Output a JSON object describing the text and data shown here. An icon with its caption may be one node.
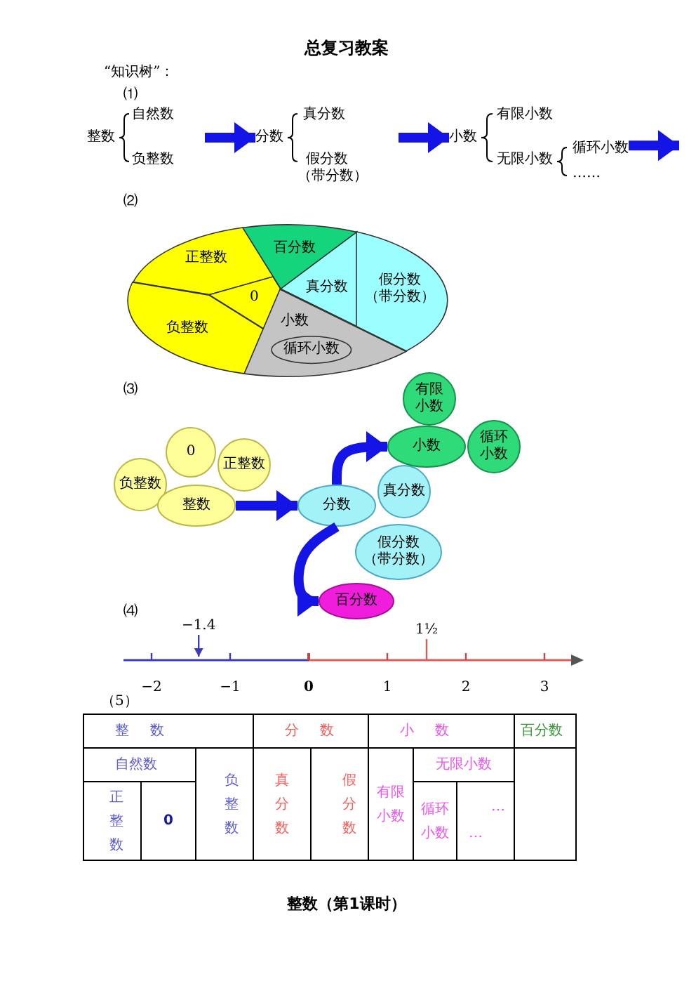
{
  "diagram": {
    "title": "总复习教案",
    "nodes": [
      {
        "text": [
          "整数"
        ]
      },
      {
        "text": [
          "自然数"
        ]
      },
      {
        "text": [
          "负整数"
        ]
      },
      {
        "text": [
          "分数"
        ]
      },
      {
        "text": [
          "真分数"
        ]
      },
      {
        "text": [
          "假分数",
          "（带分数）"
        ]
      },
      {
        "text": [
          "小数"
        ]
      },
      {
        "text": [
          "有限小数"
        ]
      },
      {
        "text": [
          "无限小数"
        ]
      },
      {
        "text": [
          "循环小数"
        ]
      },
      {
        "text": [
          "……"
        ]
      },
      {
        "text": [
          "正整数"
        ]
      },
      {
        "text": [
          "0"
        ]
      },
      {
        "text": [
          "负整数"
        ]
      },
      {
        "text": [
          "百分数"
        ]
      },
      {
        "text": [
          "真分数"
        ]
      },
      {
        "text": [
          "假分数",
          "（带分数）"
        ]
      },
      {
        "text": [
          "小数"
        ]
      },
      {
        "text": [
          "循环小数"
        ],
        "in": 17
      },
      {
        "text": [
          "负整数"
        ]
      },
      {
        "text": [
          "0"
        ]
      },
      {
        "text": [
          "正整数"
        ]
      },
      {
        "text": [
          "整数"
        ]
      },
      {
        "text": [
          "分数"
        ]
      },
      {
        "text": [
          "真分数"
        ]
      },
      {
        "text": [
          "假分数",
          "（带分数）"
        ]
      },
      {
        "text": [
          "有限小数"
        ]
      },
      {
        "text": [
          "小数"
        ]
      },
      {
        "text": [
          "循环小数"
        ]
      },
      {
        "text": [
          "百分数"
        ]
      },
      {
        "text": [
          "−1.4"
        ]
      },
      {
        "text": [
          "1½"
        ]
      }
    ],
    "edges": [
      {
        "from": null,
        "to": 3,
        "arrow": "to"
      },
      {
        "from": null,
        "to": 6,
        "arrow": "to"
      },
      {
        "from": 9,
        "to": null,
        "arrow": "to"
      },
      {
        "from": 22,
        "to": 23,
        "arrow": "to"
      },
      {
        "from": 23,
        "to": 27,
        "arrow": "to"
      },
      {
        "from": 23,
        "to": 29,
        "arrow": "to"
      },
      {
        "from": 30,
        "to": null,
        "arrow": "to",
        "color": "#3c3cb4"
      },
      {
        "from": 31,
        "to": null,
        "arrow": "none",
        "color": "#e05c5c"
      }
    ],
    "labels": [
      "“知识树”：",
      "⑴",
      "⑵",
      "⑶",
      "⑷",
      "−2",
      "−1",
      "0",
      "1",
      "2",
      "3",
      "（5）",
      "整 数",
      "分 数",
      "小 数",
      "百分数",
      "自然数",
      "负整数",
      "真分数",
      "假分数",
      "有限小数",
      "无限小数",
      "正整数",
      "0",
      "循环小数",
      "…",
      "…",
      "整数（第1课时）"
    ]
  }
}
